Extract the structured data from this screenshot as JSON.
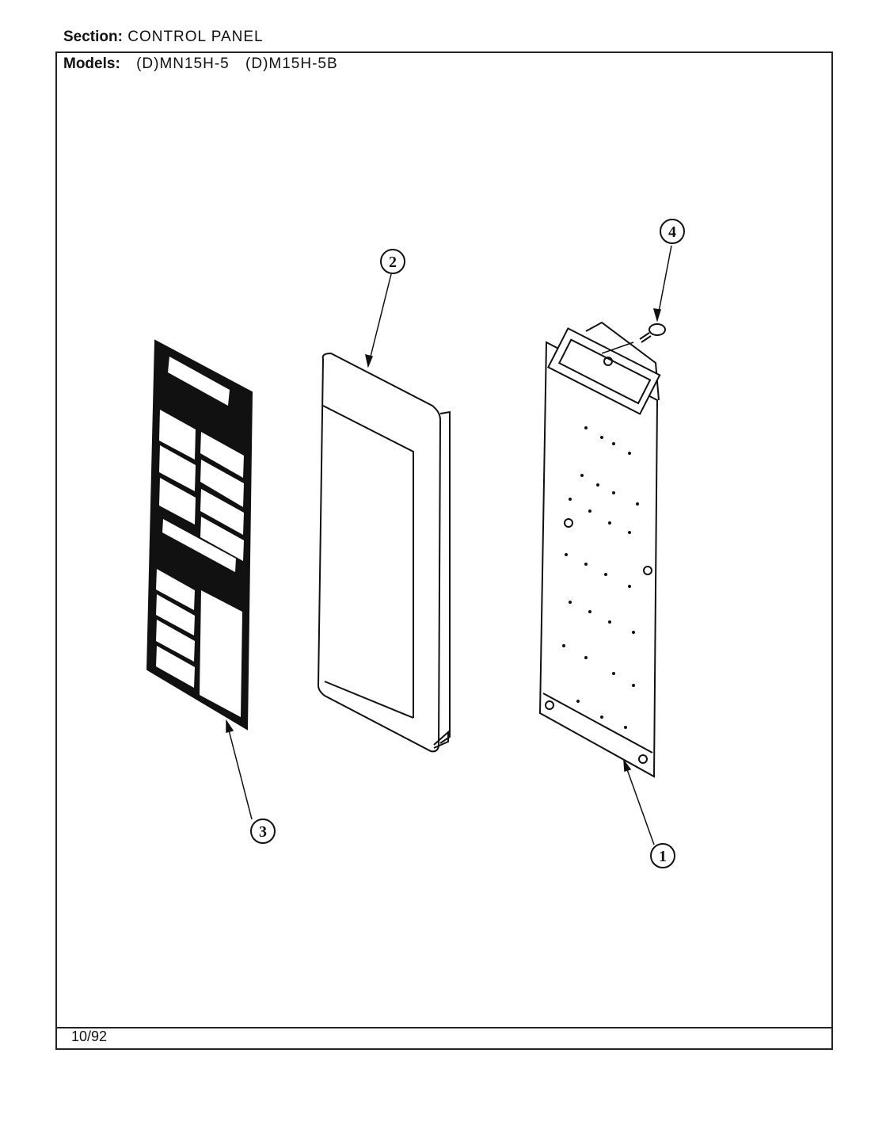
{
  "header": {
    "section_label": "Section:",
    "section_value": "CONTROL PANEL",
    "models_label": "Models:",
    "models": [
      "(D)MN15H-5",
      "(D)M15H-5B"
    ]
  },
  "footer": {
    "date_code": "10/92"
  },
  "callouts": [
    {
      "number": "1",
      "part": "control-board"
    },
    {
      "number": "2",
      "part": "control-panel-housing"
    },
    {
      "number": "3",
      "part": "touch-pad-overlay"
    },
    {
      "number": "4",
      "part": "screw"
    }
  ]
}
